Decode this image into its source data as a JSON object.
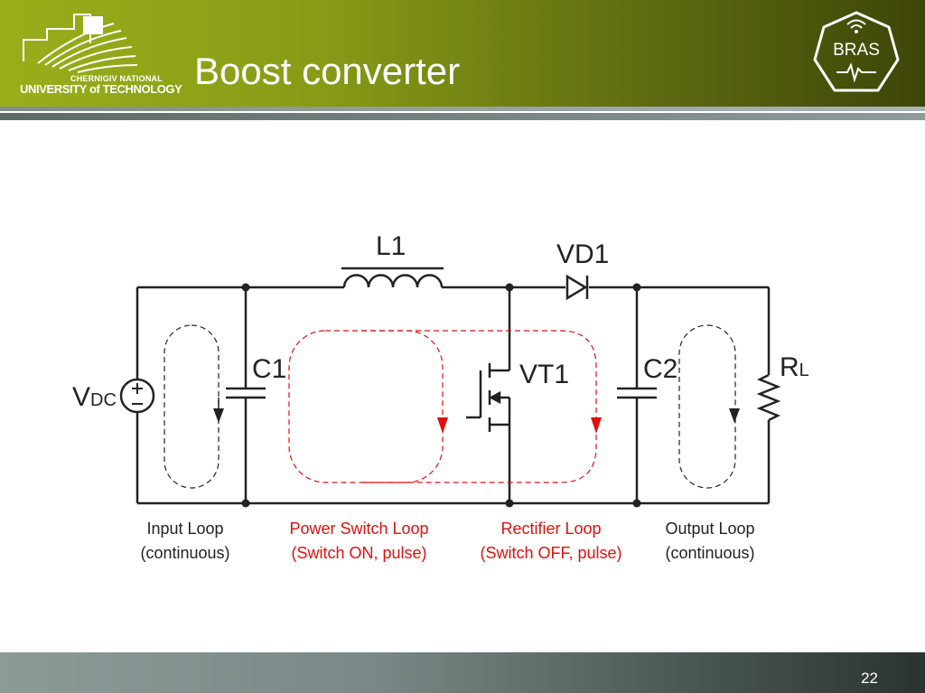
{
  "header": {
    "title": "Boost converter",
    "university_line1": "CHERNIGIV NATIONAL",
    "university_line2": "UNIVERSITY of TECHNOLOGY",
    "badge": "BRAS"
  },
  "diagram": {
    "components": {
      "inductor": "L1",
      "diode": "VD1",
      "input_cap": "C1",
      "output_cap": "C2",
      "switch": "VT1",
      "source_main": "V",
      "source_sub": "DC",
      "load_main": "R",
      "load_sub": "L"
    },
    "loops": [
      {
        "line1": "Input Loop",
        "line2": "(continuous)",
        "color": "#222222"
      },
      {
        "line1": "Power Switch Loop",
        "line2": "(Switch ON, pulse)",
        "color": "#e01010"
      },
      {
        "line1": "Rectifier Loop",
        "line2": "(Switch OFF, pulse)",
        "color": "#e01010"
      },
      {
        "line1": "Output Loop",
        "line2": "(continuous)",
        "color": "#222222"
      }
    ]
  },
  "footer": {
    "page_number": "22"
  }
}
